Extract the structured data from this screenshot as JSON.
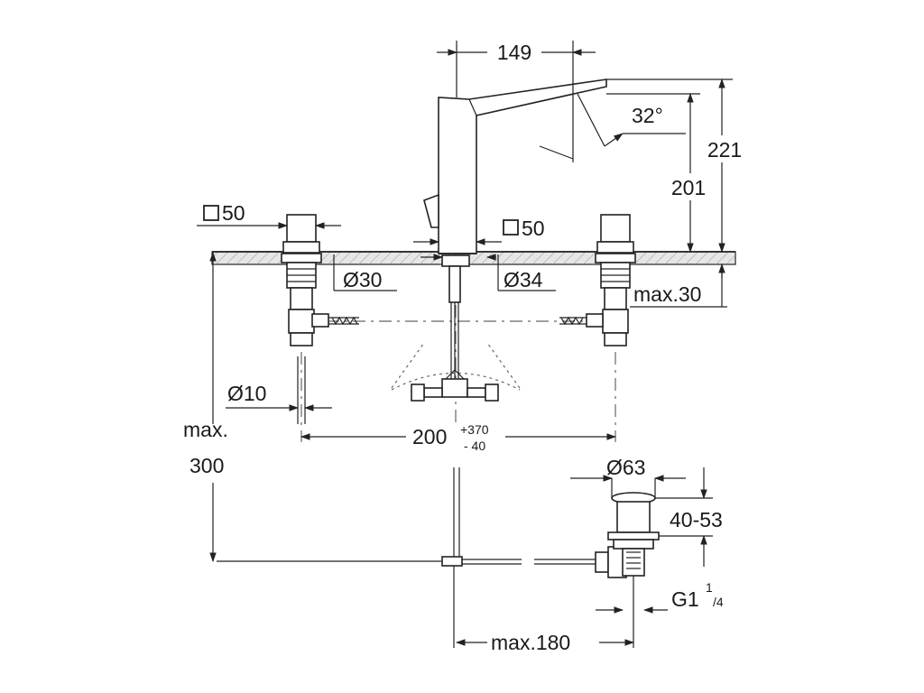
{
  "dimensions": {
    "spout_reach": "149",
    "spout_angle": "32°",
    "height_total": "221",
    "height_outlet": "201",
    "handle_square_left": "50",
    "spout_square": "50",
    "hole_left": "Ø30",
    "hole_center": "Ø34",
    "deck_thickness": "max.30",
    "supply_pipe": "Ø10",
    "spread_base": "200",
    "spread_plus": "+370",
    "spread_minus": "- 40",
    "below_deck_1": "max.",
    "below_deck_2": "300",
    "drain_cap": "Ø63",
    "drain_range": "40-53",
    "thread_main": "G1",
    "thread_sup": "1",
    "thread_sub": "/4",
    "lever_reach": "max.180"
  },
  "colors": {
    "line": "#222222",
    "center_line": "#666666",
    "deck_fill": "#e6e6e6"
  }
}
